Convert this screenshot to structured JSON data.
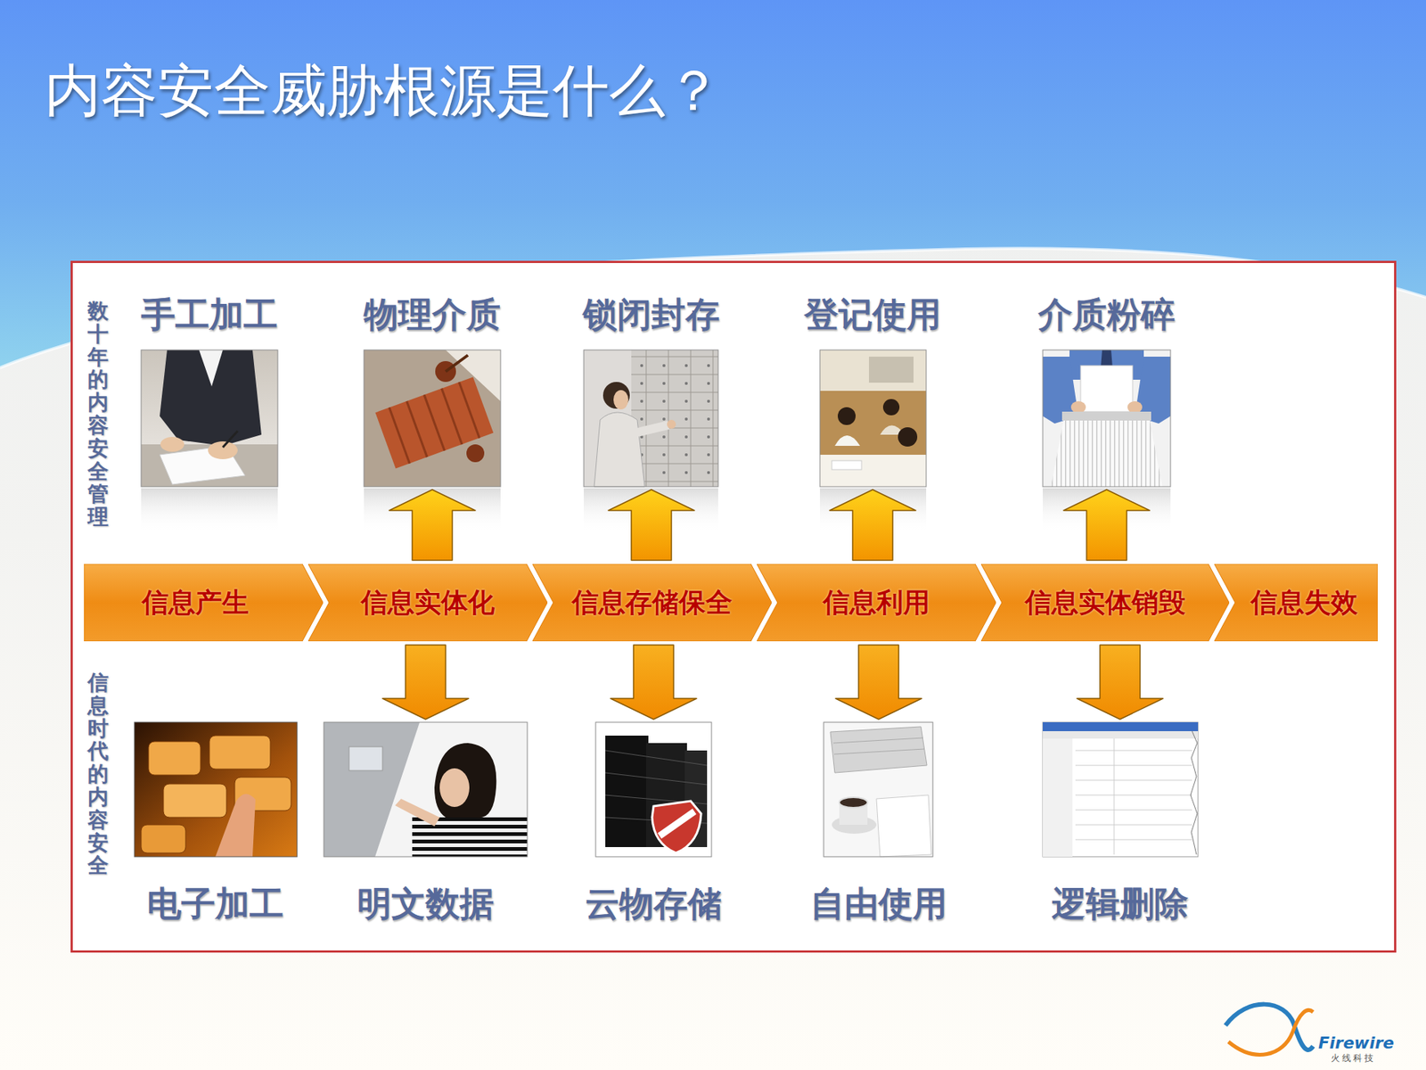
{
  "diagram": {
    "title": "内容安全威胁根源是什么？",
    "nodes": [
      {
        "text": [
          "数十年的内容安全管理",
          "信息时代的内容安全"
        ]
      },
      {
        "text": [
          "手工加工"
        ],
        "in": 0
      },
      {
        "text": [
          "物理介质"
        ],
        "in": 0
      },
      {
        "text": [
          "锁闭封存"
        ],
        "in": 0
      },
      {
        "text": [
          "登记使用"
        ],
        "in": 0
      },
      {
        "text": [
          "介质粉碎"
        ],
        "in": 0
      },
      {
        "text": [
          "信息产生"
        ],
        "in": 0
      },
      {
        "text": [
          "信息实体化"
        ],
        "in": 0
      },
      {
        "text": [
          "信息存储保全"
        ],
        "in": 0
      },
      {
        "text": [
          "信息利用"
        ],
        "in": 0
      },
      {
        "text": [
          "信息实体销毁"
        ],
        "in": 0
      },
      {
        "text": [
          "信息失效"
        ],
        "in": 0
      },
      {
        "text": [
          "电子加工"
        ],
        "in": 0
      },
      {
        "text": [
          "明文数据"
        ],
        "in": 0
      },
      {
        "text": [
          "云物存储"
        ],
        "in": 0
      },
      {
        "text": [
          "自由使用"
        ],
        "in": 0
      },
      {
        "text": [
          "逻辑删除"
        ],
        "in": 0
      }
    ],
    "edges": [
      {
        "from": 7,
        "to": 2,
        "arrow": "to"
      },
      {
        "from": 8,
        "to": 3,
        "arrow": "to"
      },
      {
        "from": 9,
        "to": 4,
        "arrow": "to"
      },
      {
        "from": 10,
        "to": 5,
        "arrow": "to"
      },
      {
        "from": 7,
        "to": 13,
        "arrow": "to"
      },
      {
        "from": 8,
        "to": 14,
        "arrow": "to"
      },
      {
        "from": 9,
        "to": 15,
        "arrow": "to"
      },
      {
        "from": 10,
        "to": 16,
        "arrow": "to"
      }
    ],
    "labels": [
      "Firewire",
      "火线科技"
    ]
  }
}
